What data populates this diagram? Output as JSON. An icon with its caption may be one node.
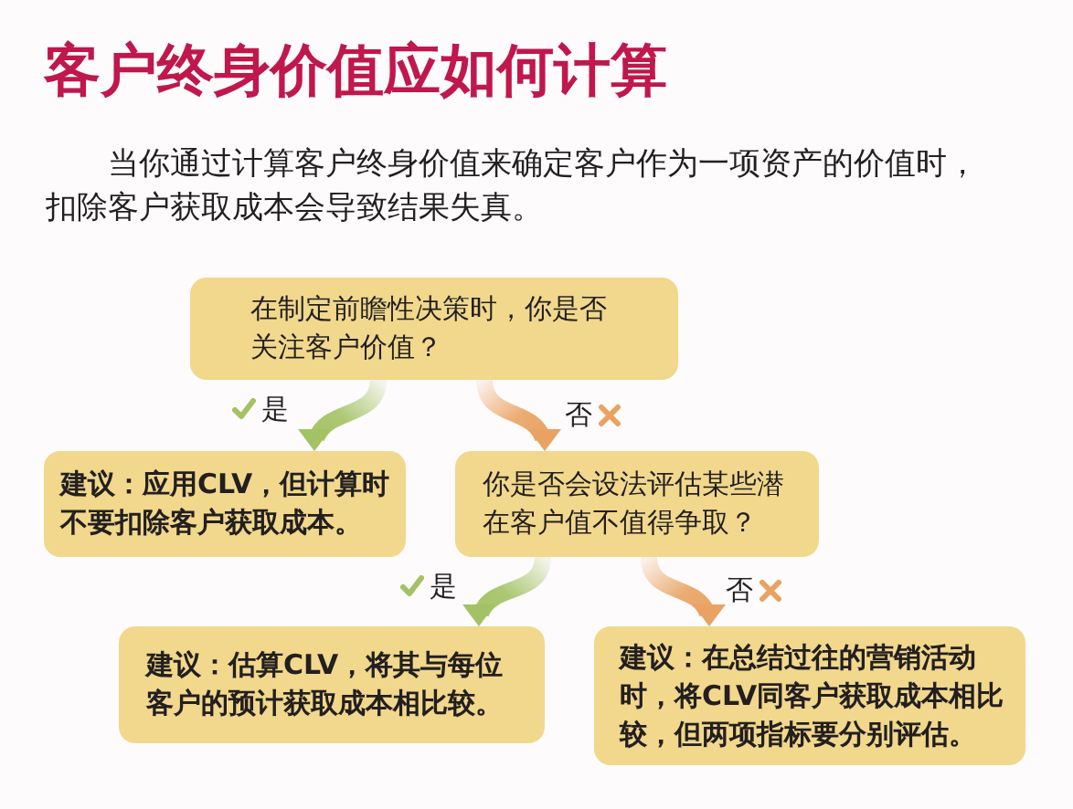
{
  "diagram": {
    "title": "客户终身价值应如何计算",
    "nodes": [
      {
        "text": [
          "在制定前瞻性决策时，你是否关注客户价值？"
        ]
      },
      {
        "text": [
          "建议：应用CLV，但计算时不要扣除客户获取成本。"
        ]
      },
      {
        "text": [
          "你是否会设法评估某些潜在客户值不值得争取？"
        ]
      },
      {
        "text": [
          "建议：估算CLV，将其与每位客户的预计获取成本相比较。"
        ]
      },
      {
        "text": [
          "建议：在总结过往的营销活动时，将CLV同客户获取成本相比较，但两项指标要分别评估。"
        ]
      }
    ],
    "edges": [
      {
        "from": 0,
        "to": 1,
        "arrow": "to",
        "label": "是",
        "style": "thick",
        "color": "#a3c264"
      },
      {
        "from": 0,
        "to": 2,
        "arrow": "to",
        "label": "否",
        "style": "thick",
        "color": "#e9a262"
      },
      {
        "from": 2,
        "to": 3,
        "arrow": "to",
        "label": "是",
        "style": "thick",
        "color": "#a3c264"
      },
      {
        "from": 2,
        "to": 4,
        "arrow": "to",
        "label": "否",
        "style": "thick",
        "color": "#e9a262"
      }
    ],
    "labels": [
      "当你通过计算客户终身价值来确定客户作为一项资产的价值时，扣除客户获取成本会导致结果失真。"
    ]
  }
}
